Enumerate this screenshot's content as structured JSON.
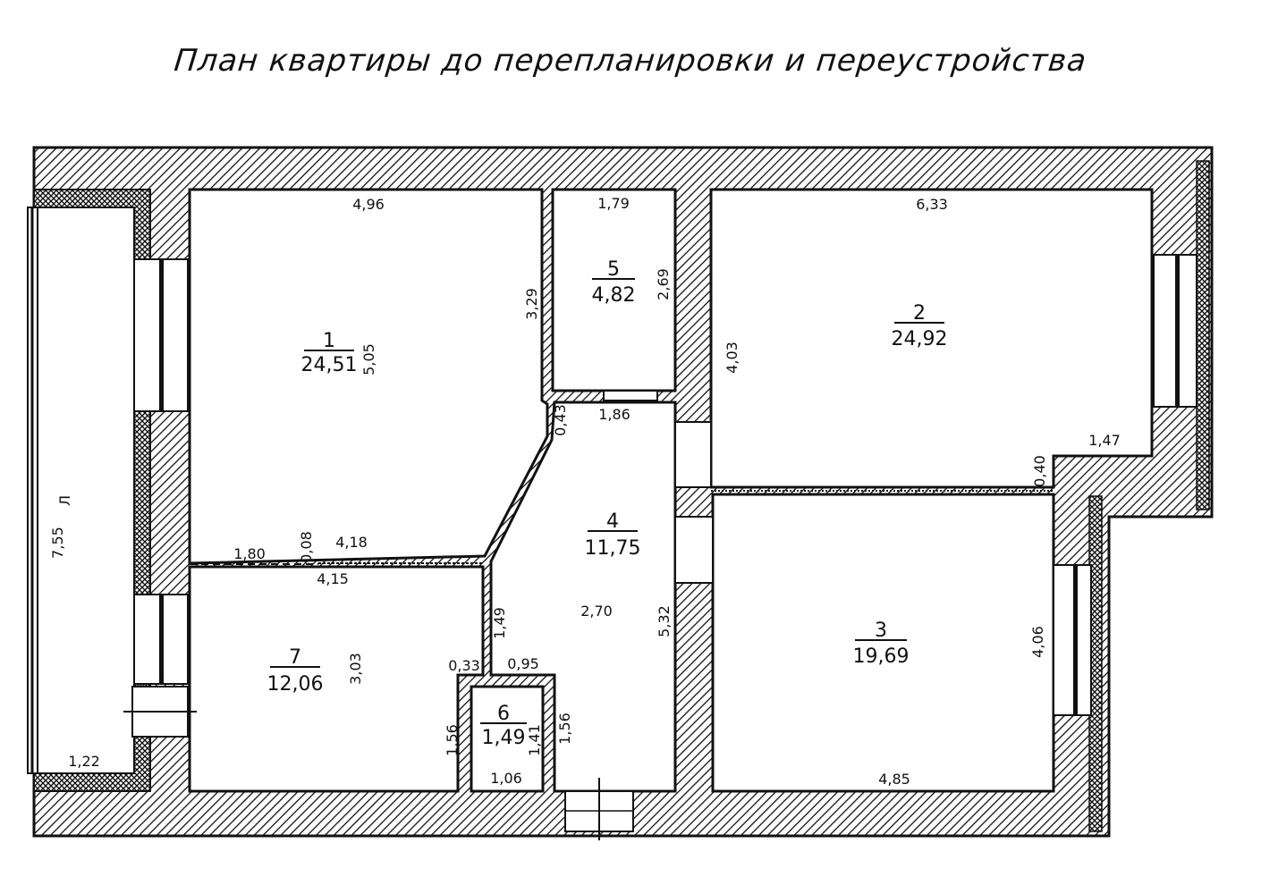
{
  "title": "План квартиры до перепланировки и переустройства",
  "rooms": [
    {
      "num": "1",
      "area": "24,51"
    },
    {
      "num": "2",
      "area": "24,92"
    },
    {
      "num": "3",
      "area": "19,69"
    },
    {
      "num": "4",
      "area": "11,75"
    },
    {
      "num": "5",
      "area": "4,82"
    },
    {
      "num": "6",
      "area": "1,49"
    },
    {
      "num": "7",
      "area": "12,06"
    }
  ],
  "dims": {
    "r1_top": "4,96",
    "r1_height": "5,05",
    "r1_right": "3,29",
    "r5_top": "1,79",
    "r5_right": "2,69",
    "r2_top": "6,33",
    "r2_left": "4,03",
    "r2_step": "1,47",
    "r2_step_h": "0,40",
    "r4_top": "1,86",
    "r4_left_top": "0,43",
    "r4_width": "2,70",
    "r4_right": "5,32",
    "r7_dash": "1,80",
    "wall_thk": "0,08",
    "r1_bottom": "4,18",
    "r7_top": "4,15",
    "r7_height": "3,03",
    "partition": "1,49",
    "r6_left_top": "0,33",
    "r6_top": "0,95",
    "r6_left": "1,56",
    "r6_inner": "1,41",
    "r6_right": "1,56",
    "r6_bottom": "1,06",
    "r3_right": "4,06",
    "r3_bottom": "4,85",
    "balcony_len": "7,55",
    "balcony_w": "1,22",
    "balcony_mark": "Л"
  }
}
